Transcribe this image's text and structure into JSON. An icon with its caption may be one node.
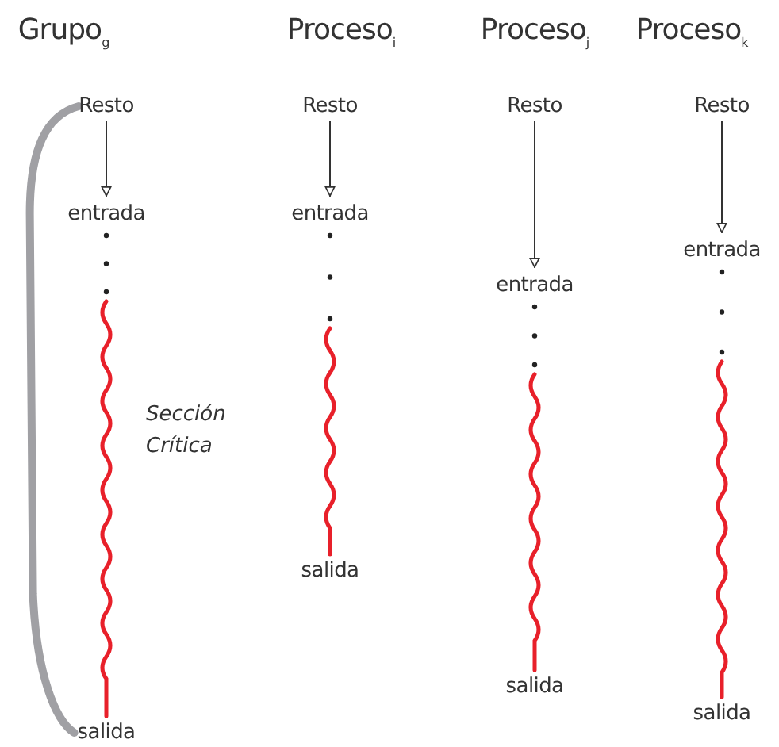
{
  "diagram": {
    "nodes": [
      {
        "text": [
          "Resto"
        ]
      },
      {
        "text": [
          "entrada"
        ]
      },
      {
        "text": [
          "salida"
        ]
      },
      {
        "text": [
          "Resto"
        ]
      },
      {
        "text": [
          "entrada"
        ]
      },
      {
        "text": [
          "salida"
        ]
      },
      {
        "text": [
          "Resto"
        ]
      },
      {
        "text": [
          "entrada"
        ]
      },
      {
        "text": [
          "salida"
        ]
      },
      {
        "text": [
          "Resto"
        ]
      },
      {
        "text": [
          "entrada"
        ]
      },
      {
        "text": [
          "salida"
        ]
      }
    ],
    "edges": [
      {
        "from": 0,
        "to": 2,
        "arrow": "none",
        "style": "thick",
        "color": "#a0a0a4"
      },
      {
        "from": 0,
        "to": 1,
        "arrow": "to"
      },
      {
        "from": 1,
        "to": 2,
        "arrow": "none",
        "color": "#e8202a"
      },
      {
        "from": 3,
        "to": 4,
        "arrow": "to"
      },
      {
        "from": 4,
        "to": 5,
        "arrow": "none",
        "color": "#e8202a"
      },
      {
        "from": 6,
        "to": 7,
        "arrow": "to"
      },
      {
        "from": 7,
        "to": 8,
        "arrow": "none",
        "color": "#e8202a"
      },
      {
        "from": 9,
        "to": 10,
        "arrow": "to"
      },
      {
        "from": 10,
        "to": 11,
        "arrow": "none",
        "color": "#e8202a"
      }
    ],
    "labels": [
      "Grupo$_{g}$",
      "Proceso$_{i}$",
      "Proceso$_{j}$",
      "Proceso$_{k}$",
      "Sección Crítica"
    ]
  }
}
